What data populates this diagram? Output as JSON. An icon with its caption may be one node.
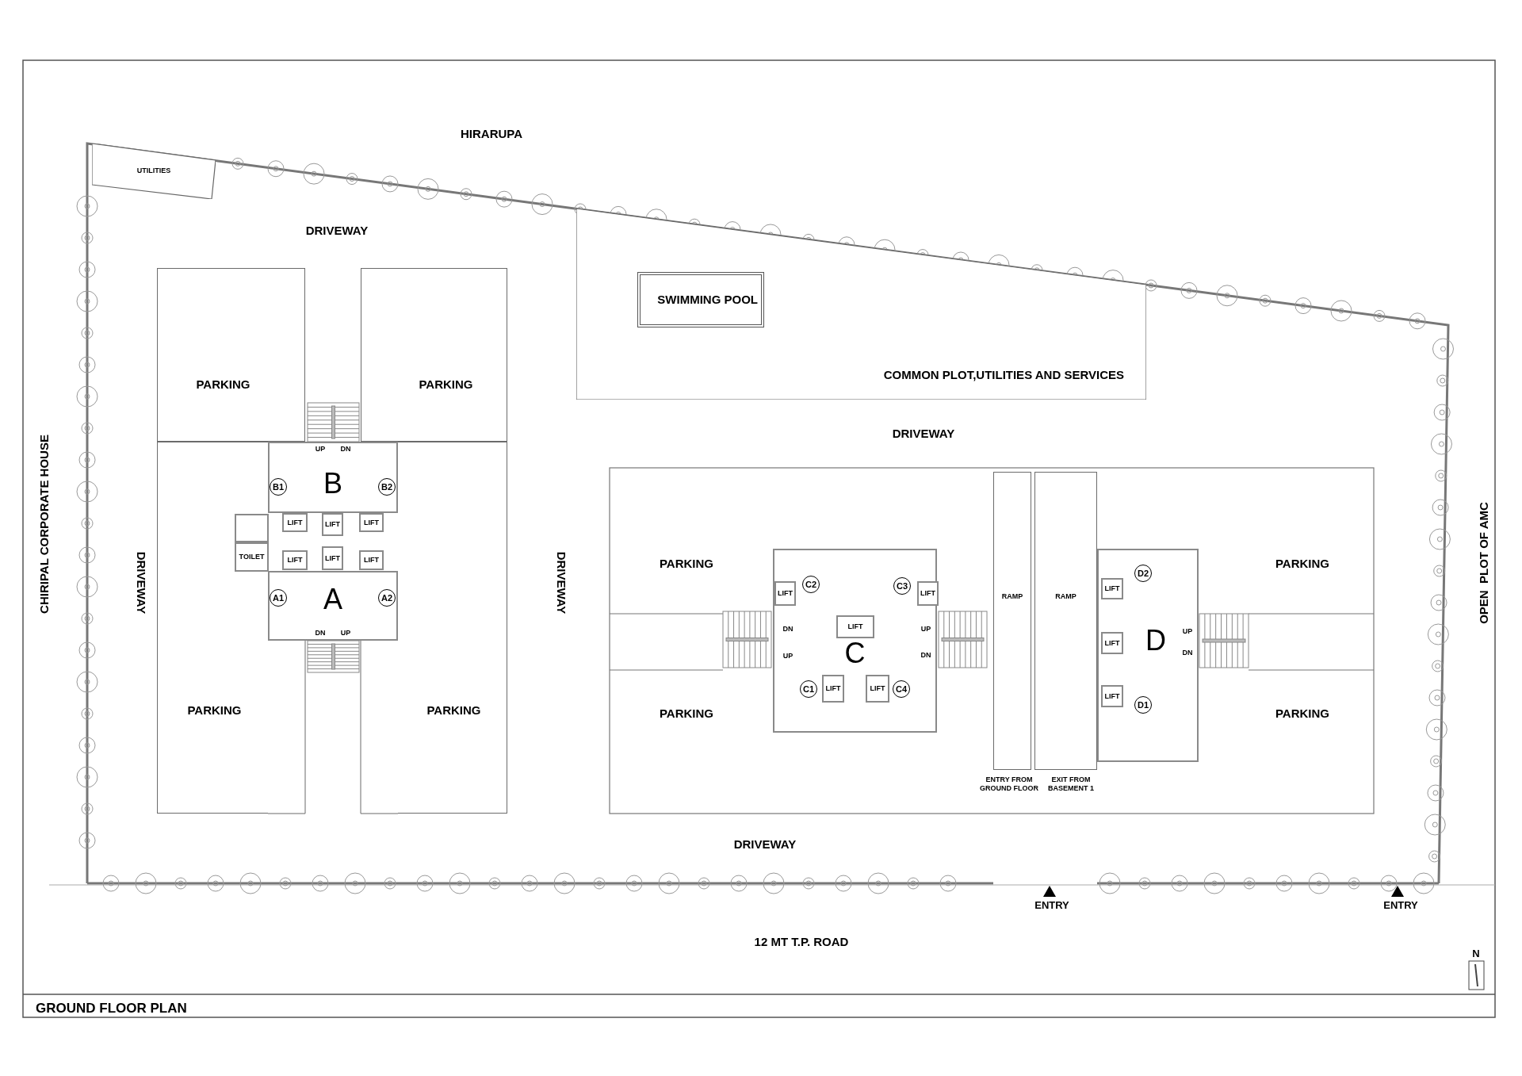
{
  "diagram": {
    "title": "GROUND FLOOR PLAN",
    "nodes": [
      {
        "text": [
          "UTILITIES"
        ]
      },
      {
        "text": [
          "COMMON PLOT,UTILITIES AND SERVICES"
        ]
      },
      {
        "text": [
          "SWIMMING POOL"
        ],
        "in": 1
      },
      {
        "text": [
          "PARKING"
        ]
      },
      {
        "text": [
          "PARKING"
        ]
      },
      {
        "text": [
          "B"
        ]
      },
      {
        "text": [
          "B1"
        ],
        "in": 5
      },
      {
        "text": [
          "B2"
        ],
        "in": 5
      },
      {
        "text": [],
        "shape": "box",
        "in": 19
      },
      {
        "text": [
          "LIFT"
        ]
      },
      {
        "text": [
          "LIFT"
        ]
      },
      {
        "text": [
          "LIFT"
        ]
      },
      {
        "text": [
          "TOILET"
        ],
        "in": 19
      },
      {
        "text": [
          "LIFT"
        ]
      },
      {
        "text": [
          "LIFT"
        ]
      },
      {
        "text": [
          "LIFT"
        ]
      },
      {
        "text": [
          "A"
        ]
      },
      {
        "text": [
          "A1"
        ],
        "in": 16
      },
      {
        "text": [
          "A2"
        ],
        "in": 16
      },
      {
        "text": [
          "PARKING"
        ]
      },
      {
        "text": [
          "PARKING"
        ]
      },
      {
        "text": [
          "RAMP"
        ],
        "beside": [
          "ENTRY FROM GROUND FLOOR"
        ]
      },
      {
        "text": [
          "RAMP"
        ],
        "beside": [
          "EXIT FROM BASEMENT 1"
        ]
      },
      {
        "text": [
          "C"
        ]
      },
      {
        "text": [
          "C2"
        ],
        "in": 23
      },
      {
        "text": [
          "C3"
        ],
        "in": 23
      },
      {
        "text": [
          "LIFT"
        ],
        "in": 23
      },
      {
        "text": [
          "LIFT"
        ],
        "in": 23
      },
      {
        "text": [
          "LIFT"
        ],
        "in": 23
      },
      {
        "text": [
          "C1"
        ],
        "in": 23
      },
      {
        "text": [
          "LIFT"
        ],
        "in": 23
      },
      {
        "text": [
          "LIFT"
        ],
        "in": 23
      },
      {
        "text": [
          "C4"
        ],
        "in": 23
      },
      {
        "text": [
          "D"
        ]
      },
      {
        "text": [
          "D2"
        ],
        "in": 33
      },
      {
        "text": [
          "LIFT"
        ],
        "in": 33
      },
      {
        "text": [
          "LIFT"
        ],
        "in": 33
      },
      {
        "text": [
          "LIFT"
        ],
        "in": 33
      },
      {
        "text": [
          "D1"
        ],
        "in": 33
      }
    ],
    "labels": [
      "HIRARUPA",
      "DRIVEWAY",
      "DRIVEWAY",
      "CHIRIPAL CORPORATE HOUSE",
      "UP",
      "DN",
      "PARKING",
      "PARKING",
      "DRIVEWAY",
      "DRIVEWAY",
      "OPEN  PLOT OF AMC",
      "DN",
      "UP",
      "DN",
      "UP",
      "UP",
      "UP",
      "DN",
      "DN",
      "PARKING",
      "PARKING",
      "DRIVEWAY",
      "ENTRY",
      "ENTRY",
      "12 MT T.P. ROAD",
      "N"
    ]
  }
}
